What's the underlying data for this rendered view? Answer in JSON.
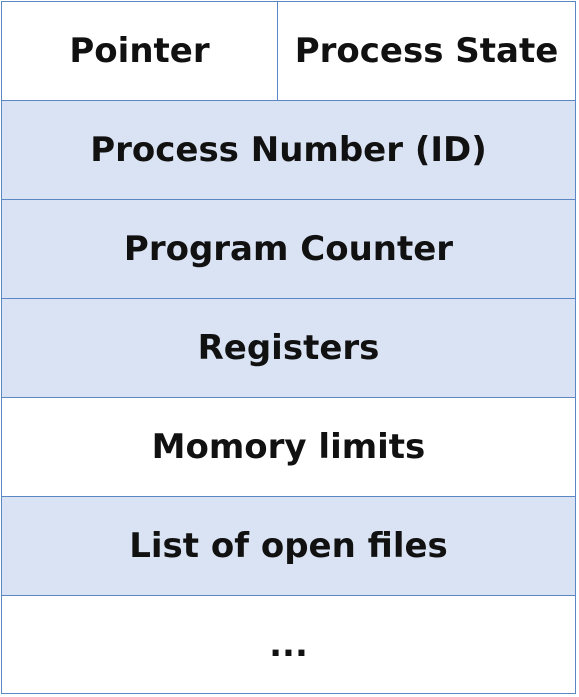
{
  "pcb": {
    "header": {
      "pointer": "Pointer",
      "process_state": "Process State"
    },
    "rows": [
      {
        "label": "Process Number (ID)",
        "shaded": true
      },
      {
        "label": "Program Counter",
        "shaded": true
      },
      {
        "label": "Registers",
        "shaded": true
      },
      {
        "label": "Momory limits",
        "shaded": false
      },
      {
        "label": "List of open files",
        "shaded": true
      },
      {
        "label": "...",
        "shaded": false
      }
    ],
    "colors": {
      "border": "#5b87c5",
      "shaded_fill": "#dae3f3",
      "plain_fill": "#ffffff",
      "text": "#111111"
    }
  }
}
